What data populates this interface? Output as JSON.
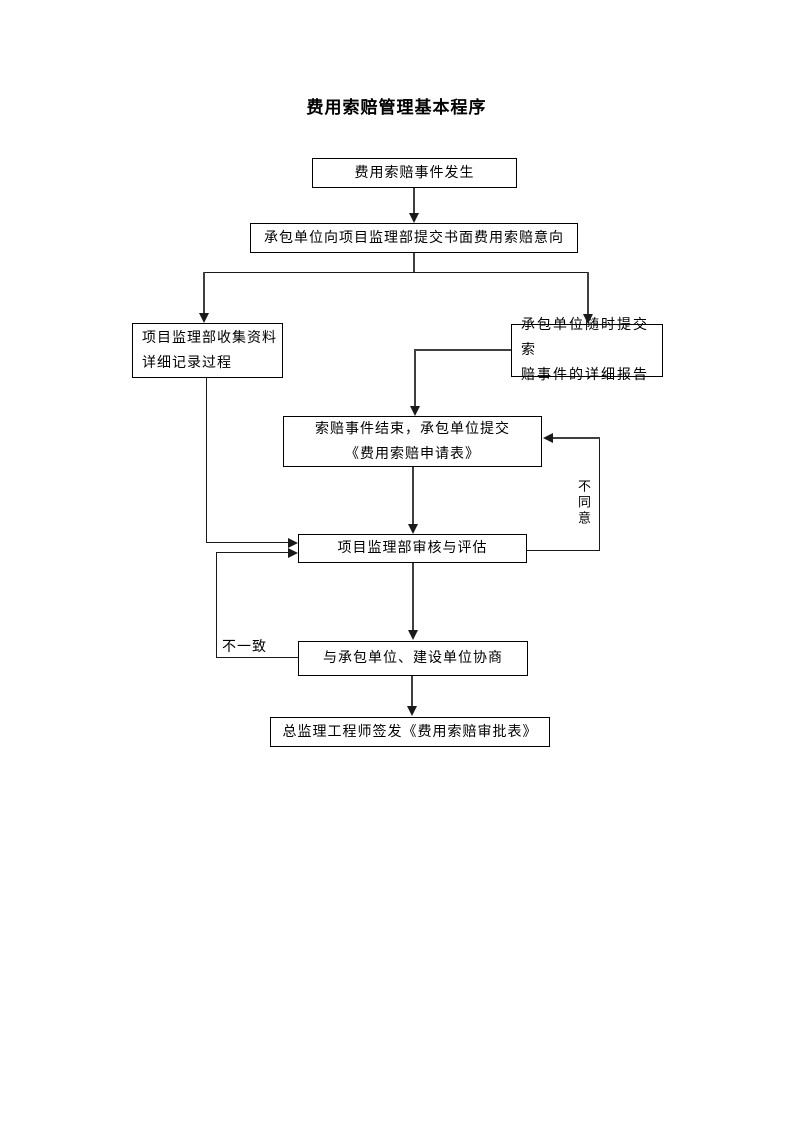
{
  "page": {
    "title": "费用索赔管理基本程序"
  },
  "flowchart": {
    "nodes": {
      "event": {
        "label": "费用索赔事件发生"
      },
      "intent": {
        "label": "承包单位向项目监理部提交书面费用索赔意向"
      },
      "collect": {
        "line1": "项目监理部收集资料",
        "line2": "详细记录过程"
      },
      "report": {
        "line1": "承包单位随时提交索",
        "line2": "赔事件的详细报告"
      },
      "apply": {
        "line1": "索赔事件结束，承包单位提交",
        "line2": "《费用索赔申请表》"
      },
      "review": {
        "label": "项目监理部审核与评估"
      },
      "negotiate": {
        "label": "与承包单位、建设单位协商"
      },
      "issue": {
        "label": "总监理工程师签发《费用索赔审批表》"
      }
    },
    "edge_labels": {
      "disagree": "不同意",
      "inconsistent": "不一致"
    }
  },
  "colors": {
    "background": "#ffffff",
    "box_border": "#000000",
    "line": "#1a1a1a",
    "text": "#000000"
  }
}
